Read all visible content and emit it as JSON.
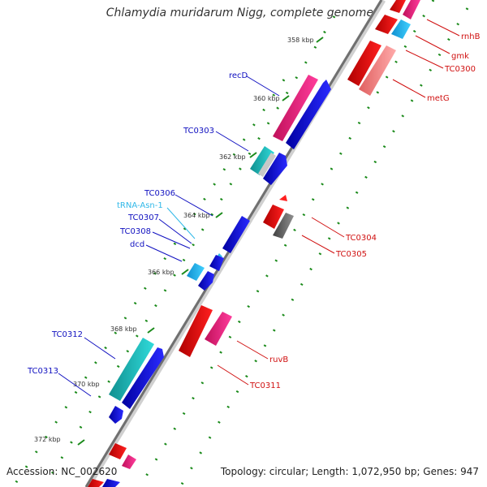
{
  "title": "Chlamydia muridarum Nigg, complete genome",
  "accession": "Accession: NC_002620",
  "stats": "Topology: circular; Length: 1,072,950 bp; Genes: 947",
  "colors": {
    "backbone": "#808080",
    "forward_cds": "#0000e6",
    "reverse_cds": "#e60000",
    "forward_label": "#1010c0",
    "reverse_label": "#d01010",
    "trna": "#30b8e8",
    "ticks_green": "#1a8a1a"
  },
  "ticks": [
    {
      "label": "358 kbp"
    },
    {
      "label": "360 kbp"
    },
    {
      "label": "362 kbp"
    },
    {
      "label": "364 kbp"
    },
    {
      "label": "366 kbp"
    },
    {
      "label": "368 kbp"
    },
    {
      "label": "370 kbp"
    },
    {
      "label": "372 kbp"
    }
  ],
  "forward_labels": [
    {
      "name": "recD"
    },
    {
      "name": "TC0303"
    },
    {
      "name": "TC0306"
    },
    {
      "name": "tRNA-Asn-1"
    },
    {
      "name": "TC0307"
    },
    {
      "name": "TC0308"
    },
    {
      "name": "dcd"
    },
    {
      "name": "TC0312"
    },
    {
      "name": "TC0313"
    }
  ],
  "reverse_labels": [
    {
      "name": "rnhB"
    },
    {
      "name": "gmk"
    },
    {
      "name": "TC0300"
    },
    {
      "name": "metG"
    },
    {
      "name": "TC0304"
    },
    {
      "name": "TC0305"
    },
    {
      "name": "ruvB"
    },
    {
      "name": "TC0311"
    }
  ]
}
